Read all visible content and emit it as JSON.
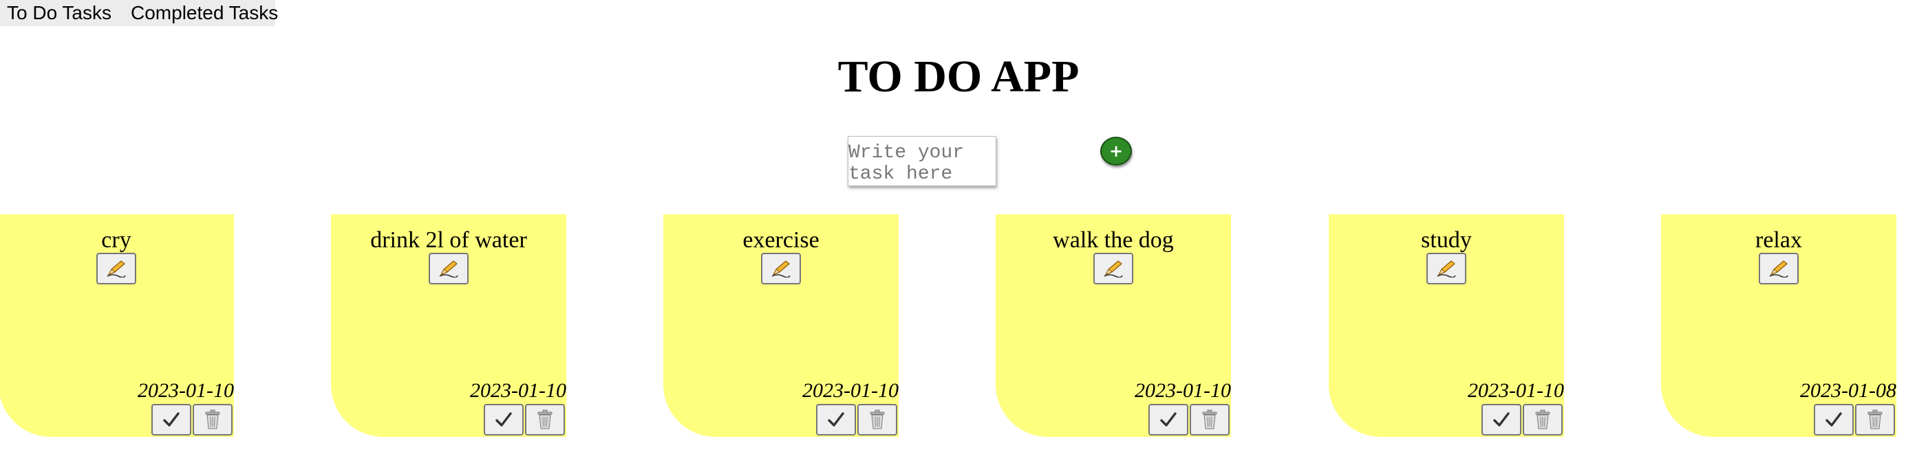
{
  "nav": {
    "tabs": [
      {
        "label": "To Do Tasks"
      },
      {
        "label": "Completed Tasks"
      }
    ]
  },
  "header": {
    "title": "TO DO APP"
  },
  "new_task": {
    "placeholder": "Write your task here",
    "add_icon": "plus-icon",
    "add_color": "#2e8a24"
  },
  "note_color": "#ffff7f",
  "tasks": [
    {
      "title": "cry",
      "date": "2023-01-10"
    },
    {
      "title": "drink 2l of water",
      "date": "2023-01-10"
    },
    {
      "title": "exercise",
      "date": "2023-01-10"
    },
    {
      "title": "walk the dog",
      "date": "2023-01-10"
    },
    {
      "title": "study",
      "date": "2023-01-10"
    },
    {
      "title": "relax",
      "date": "2023-01-08"
    }
  ],
  "icons": {
    "edit": "pencil-icon",
    "complete": "checkmark-icon",
    "delete": "trash-icon"
  }
}
